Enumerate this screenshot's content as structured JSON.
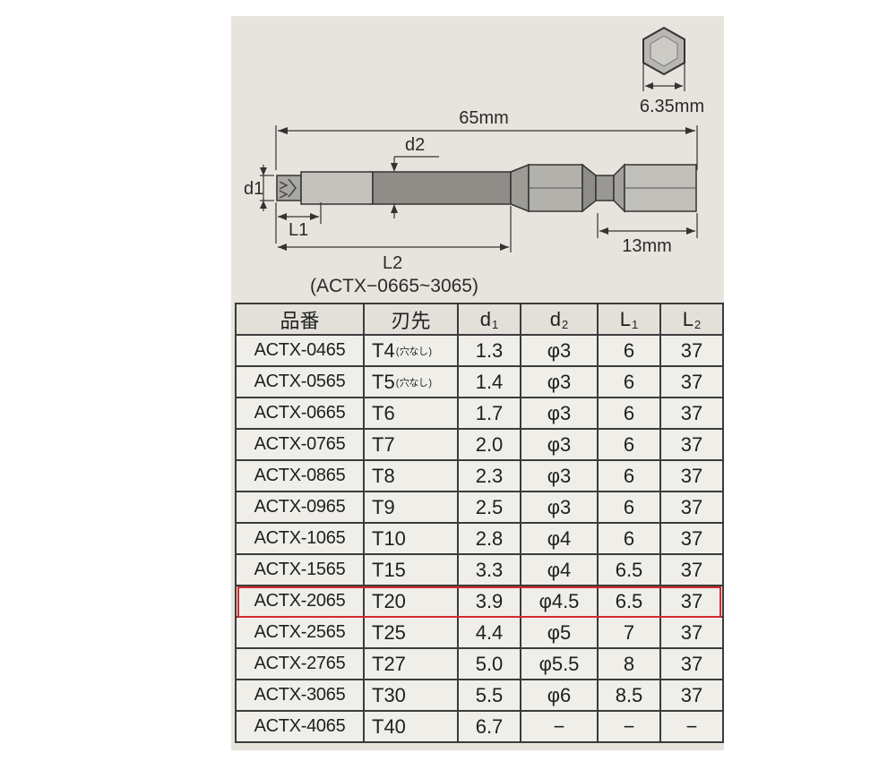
{
  "diagram": {
    "hex_width": "6.35mm",
    "total_length": "65mm",
    "d2_label": "d2",
    "d1_label": "d1",
    "l1_label": "L1",
    "l2_label": "L2",
    "hex_length": "13mm",
    "model_range": "(ACTX−0665~3065)"
  },
  "table": {
    "headers": [
      "品番",
      "刃先",
      "d",
      "d",
      "L",
      "L"
    ],
    "header_subs": [
      "",
      "",
      "1",
      "2",
      "1",
      "2"
    ],
    "note_text": "穴なし",
    "rows": [
      {
        "code": "ACTX-0465",
        "tip": "T4",
        "note": true,
        "d1": "1.3",
        "d2": "φ3",
        "l1": "6",
        "l2": "37"
      },
      {
        "code": "ACTX-0565",
        "tip": "T5",
        "note": true,
        "d1": "1.4",
        "d2": "φ3",
        "l1": "6",
        "l2": "37"
      },
      {
        "code": "ACTX-0665",
        "tip": "T6",
        "note": false,
        "d1": "1.7",
        "d2": "φ3",
        "l1": "6",
        "l2": "37"
      },
      {
        "code": "ACTX-0765",
        "tip": "T7",
        "note": false,
        "d1": "2.0",
        "d2": "φ3",
        "l1": "6",
        "l2": "37"
      },
      {
        "code": "ACTX-0865",
        "tip": "T8",
        "note": false,
        "d1": "2.3",
        "d2": "φ3",
        "l1": "6",
        "l2": "37"
      },
      {
        "code": "ACTX-0965",
        "tip": "T9",
        "note": false,
        "d1": "2.5",
        "d2": "φ3",
        "l1": "6",
        "l2": "37"
      },
      {
        "code": "ACTX-1065",
        "tip": "T10",
        "note": false,
        "d1": "2.8",
        "d2": "φ4",
        "l1": "6",
        "l2": "37"
      },
      {
        "code": "ACTX-1565",
        "tip": "T15",
        "note": false,
        "d1": "3.3",
        "d2": "φ4",
        "l1": "6.5",
        "l2": "37"
      },
      {
        "code": "ACTX-2065",
        "tip": "T20",
        "note": false,
        "d1": "3.9",
        "d2": "φ4.5",
        "l1": "6.5",
        "l2": "37"
      },
      {
        "code": "ACTX-2565",
        "tip": "T25",
        "note": false,
        "d1": "4.4",
        "d2": "φ5",
        "l1": "7",
        "l2": "37"
      },
      {
        "code": "ACTX-2765",
        "tip": "T27",
        "note": false,
        "d1": "5.0",
        "d2": "φ5.5",
        "l1": "8",
        "l2": "37"
      },
      {
        "code": "ACTX-3065",
        "tip": "T30",
        "note": false,
        "d1": "5.5",
        "d2": "φ6",
        "l1": "8.5",
        "l2": "37"
      },
      {
        "code": "ACTX-4065",
        "tip": "T40",
        "note": false,
        "d1": "6.7",
        "d2": "−",
        "l1": "−",
        "l2": "−"
      }
    ]
  },
  "highlight": {
    "row_code": "ACTX-2065",
    "color": "#d42a2a"
  }
}
